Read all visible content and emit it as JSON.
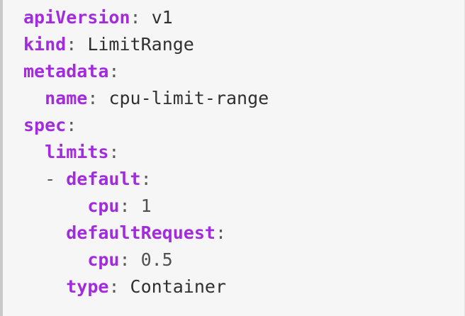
{
  "code": {
    "colors": {
      "key": "#a22cdd",
      "text": "#303030",
      "background": "#f6f6f6"
    },
    "lines": [
      {
        "indent": "",
        "dash": "",
        "key": "apiVersion",
        "colon": ":",
        "value": " v1"
      },
      {
        "indent": "",
        "dash": "",
        "key": "kind",
        "colon": ":",
        "value": " LimitRange"
      },
      {
        "indent": "",
        "dash": "",
        "key": "metadata",
        "colon": ":",
        "value": ""
      },
      {
        "indent": "  ",
        "dash": "",
        "key": "name",
        "colon": ":",
        "value": " cpu-limit-range"
      },
      {
        "indent": "",
        "dash": "",
        "key": "spec",
        "colon": ":",
        "value": ""
      },
      {
        "indent": "  ",
        "dash": "",
        "key": "limits",
        "colon": ":",
        "value": ""
      },
      {
        "indent": "  ",
        "dash": "- ",
        "key": "default",
        "colon": ":",
        "value": ""
      },
      {
        "indent": "      ",
        "dash": "",
        "key": "cpu",
        "colon": ":",
        "value": " 1"
      },
      {
        "indent": "    ",
        "dash": "",
        "key": "defaultRequest",
        "colon": ":",
        "value": ""
      },
      {
        "indent": "      ",
        "dash": "",
        "key": "cpu",
        "colon": ":",
        "value": " 0.5"
      },
      {
        "indent": "    ",
        "dash": "",
        "key": "type",
        "colon": ":",
        "value": " Container"
      }
    ]
  }
}
